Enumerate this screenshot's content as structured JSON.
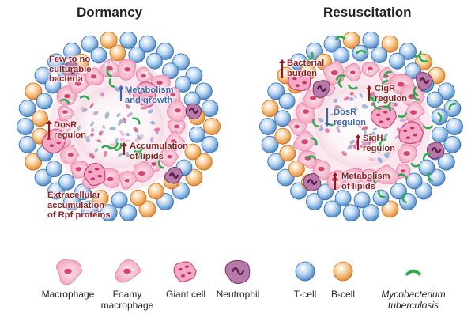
{
  "panels": {
    "dormancy": {
      "title": "Dormancy",
      "labels": {
        "culturable": "Few to no\nculturable\nbacteria",
        "metabolism": "Metabolism\nand growth",
        "dosr": "DosR\nregulon",
        "lipids": "Accumulation\nof lipids",
        "rpf": "Extracellular\naccumulation\nof Rpf proteins"
      }
    },
    "resuscitation": {
      "title": "Resuscitation",
      "labels": {
        "burden": "Bacterial\nburden",
        "clgr": "ClgR\nregulon",
        "dosr": "DosR\nregulon",
        "sigh": "SigH\nregulon",
        "metabolism": "Metabolism\nof lipids"
      }
    }
  },
  "legend": [
    {
      "key": "macrophage",
      "label": "Macrophage",
      "icon": "macrophage-icon"
    },
    {
      "key": "foamy",
      "label": "Foamy\nmacrophage",
      "icon": "foamy-macrophage-icon"
    },
    {
      "key": "giant",
      "label": "Giant cell",
      "icon": "giant-cell-icon"
    },
    {
      "key": "neutrophil",
      "label": "Neutrophil",
      "icon": "neutrophil-icon"
    },
    {
      "key": "tcell",
      "label": "T-cell",
      "icon": "t-cell-icon"
    },
    {
      "key": "bcell",
      "label": "B-cell",
      "icon": "b-cell-icon"
    },
    {
      "key": "mtb",
      "label": "Mycobacterium\ntuberculosis",
      "icon": "mycobacterium-icon"
    }
  ],
  "colors": {
    "tcell": "#5b9bd5",
    "bcell": "#ee9a3c",
    "macrophage": "#f4a7c0",
    "giant": "#e0679a",
    "neutrophil": "#9b4f86",
    "mtb": "#2fa84f",
    "up_arrow": "#8d1d1f",
    "down_arrow": "#3e64a8"
  }
}
